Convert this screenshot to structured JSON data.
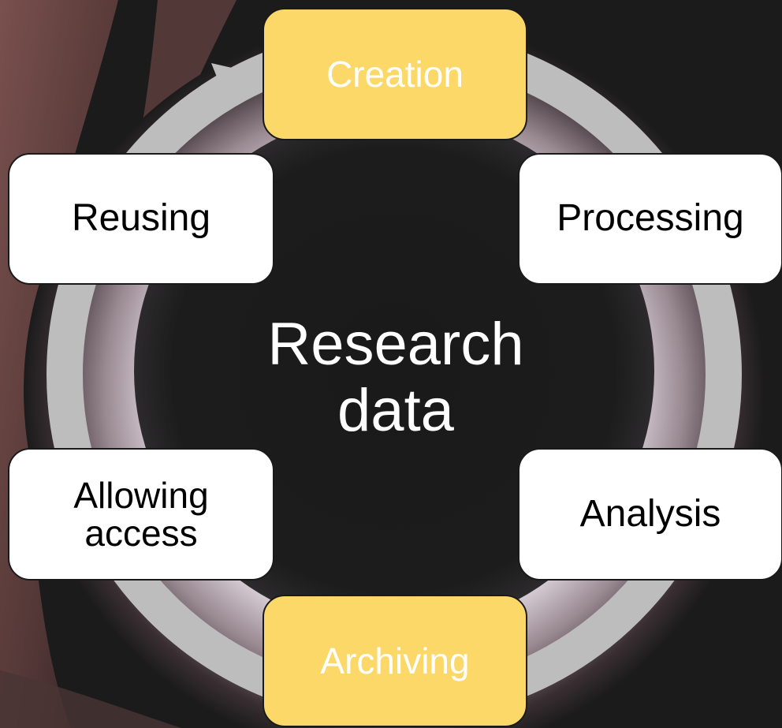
{
  "center": {
    "line1": "Research",
    "line2": "data"
  },
  "stages": {
    "creation": {
      "label": "Creation"
    },
    "processing": {
      "label": "Processing"
    },
    "analysis": {
      "label": "Analysis"
    },
    "archiving": {
      "label": "Archiving"
    },
    "allowing_access": {
      "line1": "Allowing",
      "line2": "access"
    },
    "reusing": {
      "label": "Reusing"
    }
  },
  "colors": {
    "highlight_box": "#fcd868",
    "normal_box": "#ffffff",
    "cycle_arrow": "#bdbdbd",
    "glow_ring": "#f4eef6",
    "dark_center": "#1a1a1a"
  }
}
